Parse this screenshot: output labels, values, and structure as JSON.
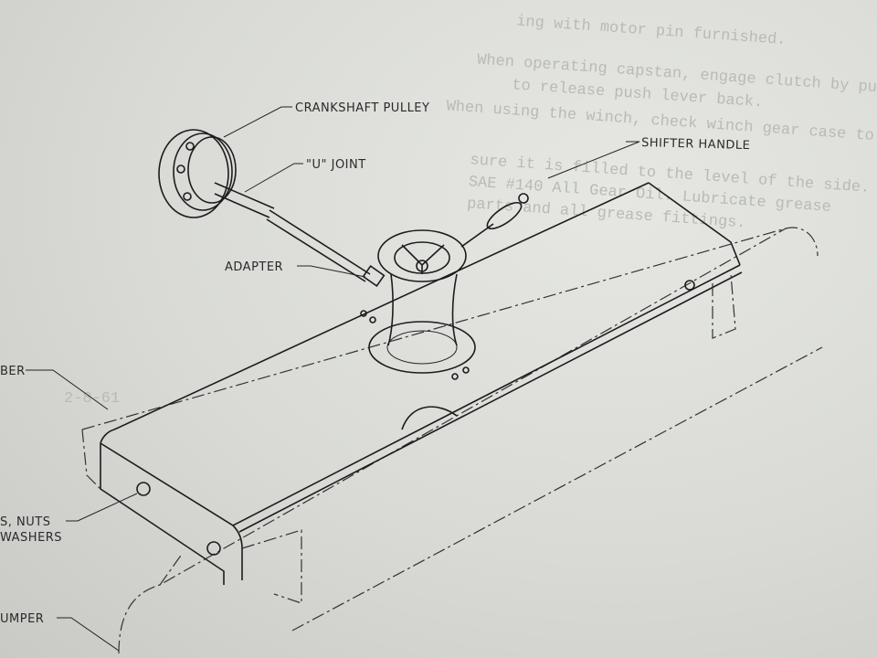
{
  "background_text": [
    "ing with motor pin furnished.",
    "When operating capstan, engage clutch by pulling lever forward.",
    "to release push lever back.",
    "When using the winch, check winch gear case to be",
    "sure it is filled to the level of the side. Lubricate",
    "SAE #140 All Gear Oil. Lubricate grease",
    "parts and all grease fittings.",
    "2-8-61"
  ],
  "labels": {
    "crankshaft_pulley": "CRANKSHAFT PULLEY",
    "u_joint": "\"U\" JOINT",
    "shifter_handle": "SHIFTER HANDLE",
    "adapter": "ADAPTER",
    "member": "BER",
    "bolts_line1": "S, NUTS",
    "bolts_line2": "WASHERS",
    "bumper": "UMPER"
  }
}
